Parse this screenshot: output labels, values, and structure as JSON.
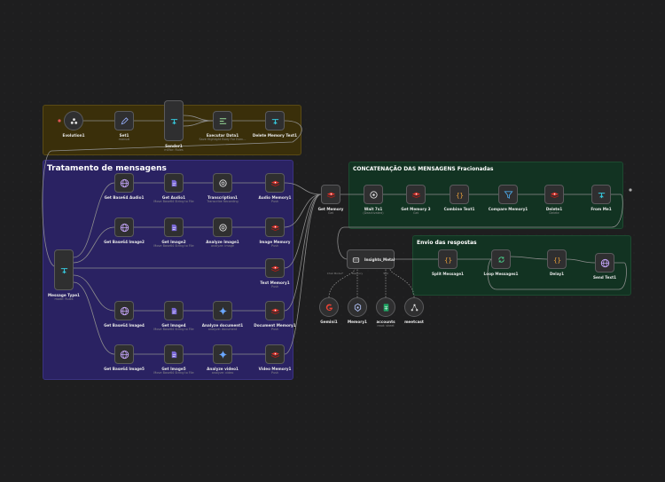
{
  "colors": {
    "canvas": "#1e1e1f",
    "group_purple": "#2a2262",
    "group_brown": "#3a2f0a",
    "group_green": "#123322",
    "wire": "#8d8d8d",
    "redis": "#d9312a",
    "openai": "#e0e0e0",
    "code": "#f3a73a",
    "filter": "#4aa3df",
    "http": "#c8a8ff"
  },
  "groups": {
    "tratamento": {
      "title": "Tratamento de mensagens"
    },
    "concatenacao": {
      "title": "CONCATENAÇÃO DAS MENSAGENS Fracionadas"
    },
    "envio": {
      "title": "Envio das respostas"
    }
  },
  "nodes": {
    "evolution": {
      "title": "Evolution1",
      "sub": "",
      "icon": "evolution-icon"
    },
    "set1": {
      "title": "Set1",
      "sub": "manual",
      "icon": "pencil-icon"
    },
    "sender1": {
      "title": "Sender1",
      "sub": "mEfor: Rules",
      "icon": "switch-icon"
    },
    "executar": {
      "title": "Executar Data1",
      "sub": "Save Highlight Body For Exec...",
      "icon": "execute-data-icon"
    },
    "delete_memory_text": {
      "title": "Delete Memory Text1",
      "sub": "",
      "icon": "switch-icon"
    },
    "message_type": {
      "title": "Message Type1",
      "sub": "mode: Rules",
      "icon": "switch-icon"
    },
    "get_base64_audio": {
      "title": "Get Base64 Audio1",
      "sub": "",
      "icon": "globe-icon"
    },
    "get_audio": {
      "title": "Get Audio1",
      "sub": "Move Base64 String to File",
      "icon": "file-icon"
    },
    "transcription": {
      "title": "Transcription1",
      "sub": "Transcribe Recording",
      "icon": "openai-icon"
    },
    "audio_memory": {
      "title": "Audio Memory1",
      "sub": "Push",
      "icon": "redis-icon"
    },
    "get_base64_image2": {
      "title": "Get Base64 Image2",
      "sub": "",
      "icon": "globe-icon"
    },
    "get_image2": {
      "title": "Get Image2",
      "sub": "Move Base64 String to File",
      "icon": "file-icon"
    },
    "analyze_image": {
      "title": "Analyze Image1",
      "sub": "analyze: image",
      "icon": "openai-icon"
    },
    "image_memory": {
      "title": "Image Memory",
      "sub": "Push",
      "icon": "redis-icon"
    },
    "text_memory": {
      "title": "Text Memory1",
      "sub": "Push",
      "icon": "redis-icon"
    },
    "get_base64_image4": {
      "title": "Get Base64 Image4",
      "sub": "",
      "icon": "globe-icon"
    },
    "get_image4": {
      "title": "Get Image4",
      "sub": "Move Base64 String to File",
      "icon": "file-icon"
    },
    "analyze_document": {
      "title": "Analyze document1",
      "sub": "analyze: document",
      "icon": "gemini-icon"
    },
    "document_memory": {
      "title": "Document Memory1",
      "sub": "Push",
      "icon": "redis-icon"
    },
    "get_base64_image5": {
      "title": "Get Base64 Image5",
      "sub": "",
      "icon": "globe-icon"
    },
    "get_image5": {
      "title": "Get Image5",
      "sub": "Move Base64 String to File",
      "icon": "file-icon"
    },
    "analyze_video": {
      "title": "Analyze video1",
      "sub": "analyze: video",
      "icon": "gemini-icon"
    },
    "video_memory": {
      "title": "Video Memory1",
      "sub": "Push",
      "icon": "redis-icon"
    },
    "get_memory": {
      "title": "Get Memory",
      "sub": "Get",
      "icon": "redis-icon"
    },
    "wait": {
      "title": "Wait 7s1",
      "sub": "(Deactivated)",
      "icon": "wait-icon"
    },
    "get_memory3": {
      "title": "Get Memory 3",
      "sub": "Get",
      "icon": "redis-icon"
    },
    "combine_text": {
      "title": "Combine Text1",
      "sub": "",
      "icon": "code-icon"
    },
    "compare_memory": {
      "title": "Compare Memory1",
      "sub": "",
      "icon": "filter-icon"
    },
    "delete1": {
      "title": "Delete1",
      "sub": "Delete",
      "icon": "redis-icon"
    },
    "from_me": {
      "title": "From Me1",
      "sub": "",
      "icon": "switch-icon"
    },
    "insights_metal": {
      "title": "Insights_Metal",
      "sub": "",
      "icon": "robot-icon"
    },
    "split_message": {
      "title": "Split Message1",
      "sub": "",
      "icon": "code-icon"
    },
    "loop_messages": {
      "title": "Loop Messages1",
      "sub": "",
      "icon": "loop-icon"
    },
    "delay1": {
      "title": "Delay1",
      "sub": "",
      "icon": "code-icon"
    },
    "send_text": {
      "title": "Send Text1",
      "sub": "",
      "icon": "globe-icon"
    },
    "gemini": {
      "title": "Gemini1",
      "sub": "",
      "icon": "google-icon"
    },
    "memory": {
      "title": "Memory1",
      "sub": "",
      "icon": "memory-icon"
    },
    "accounts": {
      "title": "accounts",
      "sub": "read: sheet",
      "icon": "sheets-icon"
    },
    "meetcast": {
      "title": "meetcast",
      "sub": "",
      "icon": "graph-icon"
    }
  },
  "ports": {
    "chat_model": "Chat Model*",
    "memory": "Memory",
    "tool": "Tool"
  }
}
